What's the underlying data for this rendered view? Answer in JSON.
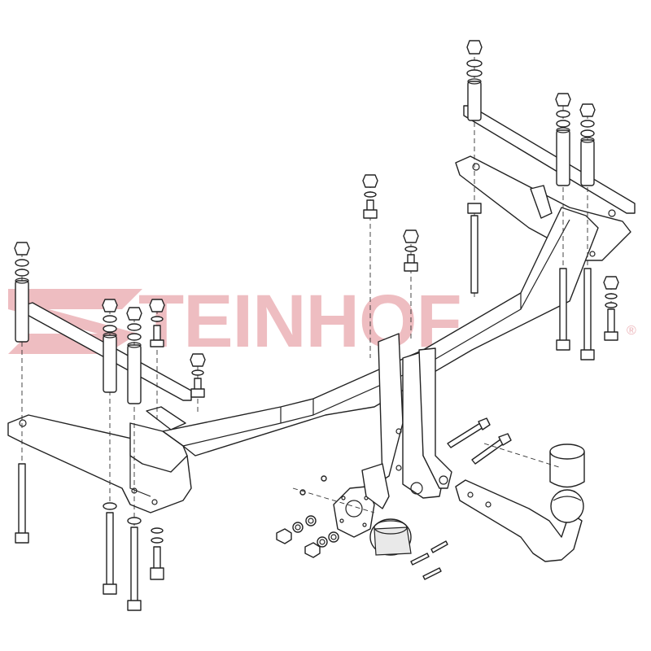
{
  "watermark": {
    "brand": "TEINHOF",
    "registered": "®",
    "color": "#e8a2a8"
  },
  "icons": {
    "logo": "steinhof-logo-swoosh",
    "parts": [
      "tow-bar-crossbeam",
      "tow-ball",
      "socket-plate",
      "electrical-socket",
      "mounting-brackets",
      "bolts",
      "nuts",
      "washers",
      "spacer-tubes"
    ]
  },
  "colors": {
    "line": "#222222",
    "background": "#ffffff",
    "brand": "#e8a2a8"
  }
}
